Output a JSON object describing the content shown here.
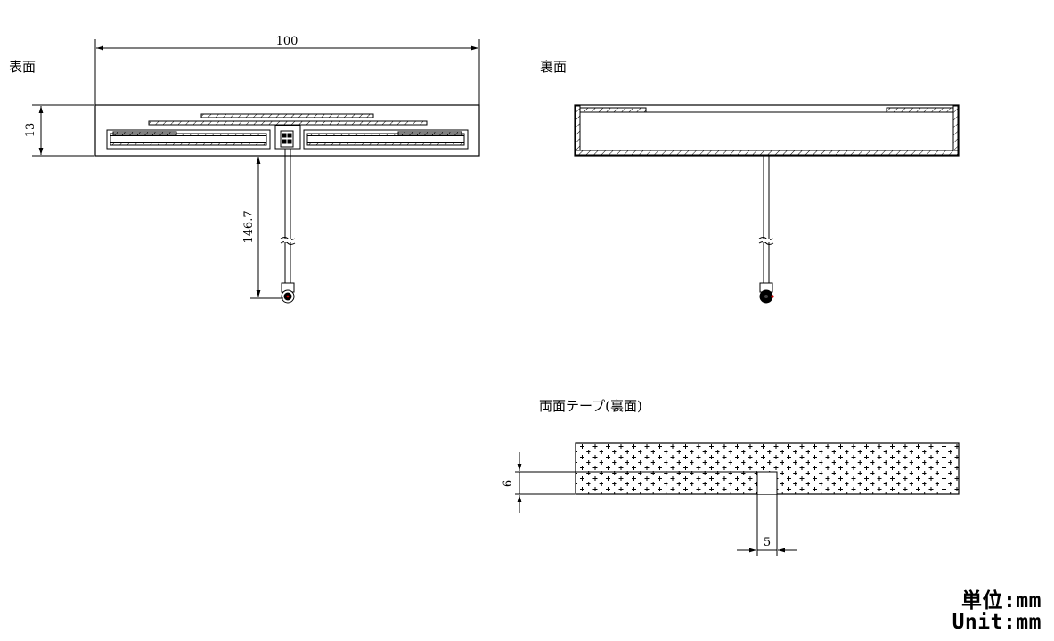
{
  "front": {
    "label": "表面",
    "width_dim": "100",
    "height_dim": "13",
    "cable_dim": "146.7"
  },
  "back": {
    "label": "裏面"
  },
  "tape": {
    "label": "両面テープ(裏面)",
    "height_dim": "6",
    "slot_dim": "5"
  },
  "units": {
    "jp": "単位:mm",
    "en": "Unit:mm"
  },
  "colors": {
    "line": "#000000",
    "connector_accent": "#cc0000"
  }
}
